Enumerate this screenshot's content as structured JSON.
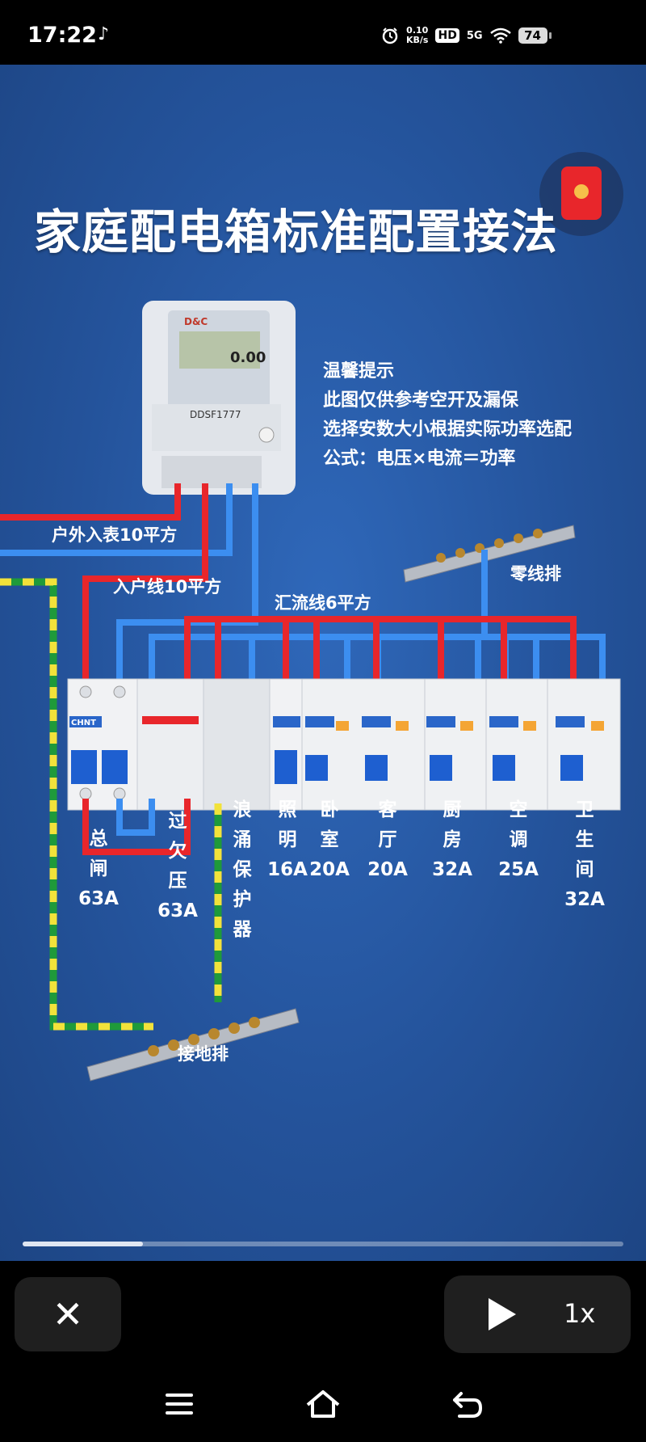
{
  "status_bar": {
    "time": "17:22",
    "app_icon": "tiktok-icon",
    "alarm_icon": "alarm-icon",
    "net_speed_value": "0.10",
    "net_speed_unit": "KB/s",
    "hd_label": "HD",
    "network_label": "5G",
    "wifi_icon": "wifi-icon",
    "battery": "74"
  },
  "video": {
    "title": "家庭配电箱标准配置接法",
    "tips": [
      "温馨提示",
      "此图仅供参考空开及漏保",
      "选择安数大小根据实际功率选配",
      "公式：电压×电流＝功率"
    ],
    "labels": {
      "outdoor_meter": "户外入表10平方",
      "incoming_line": "入户线10平方",
      "bus_line": "汇流线6平方",
      "neutral_bar": "零线排",
      "ground_bar": "接地排"
    },
    "breakers": [
      {
        "name": "总闸",
        "rating": "63A"
      },
      {
        "name": "过欠压",
        "rating": "63A"
      },
      {
        "name": "浪涌保护器",
        "rating": ""
      },
      {
        "name": "照明",
        "rating": "16A"
      },
      {
        "name": "卧室",
        "rating": "20A"
      },
      {
        "name": "客厅",
        "rating": "20A"
      },
      {
        "name": "厨房",
        "rating": "32A"
      },
      {
        "name": "空调",
        "rating": "25A"
      },
      {
        "name": "卫生间",
        "rating": "32A"
      }
    ],
    "meter": {
      "brand": "D&C",
      "reading": "0.00",
      "model": "DDSF1777"
    },
    "breaker_brand": "CHNT",
    "progress": 0.2
  },
  "controls": {
    "close_icon": "close-icon",
    "close_glyph": "✕",
    "play_icon": "play-icon",
    "speed": "1x"
  },
  "nav": {
    "menu_icon": "menu-icon",
    "home_icon": "home-icon",
    "back_icon": "back-icon"
  },
  "colors": {
    "background": "#24539b",
    "live_wire": "#e8262b",
    "neutral_wire": "#3c8ef0",
    "ground_green": "#1f9a3a",
    "ground_yellow": "#f2e23a"
  }
}
